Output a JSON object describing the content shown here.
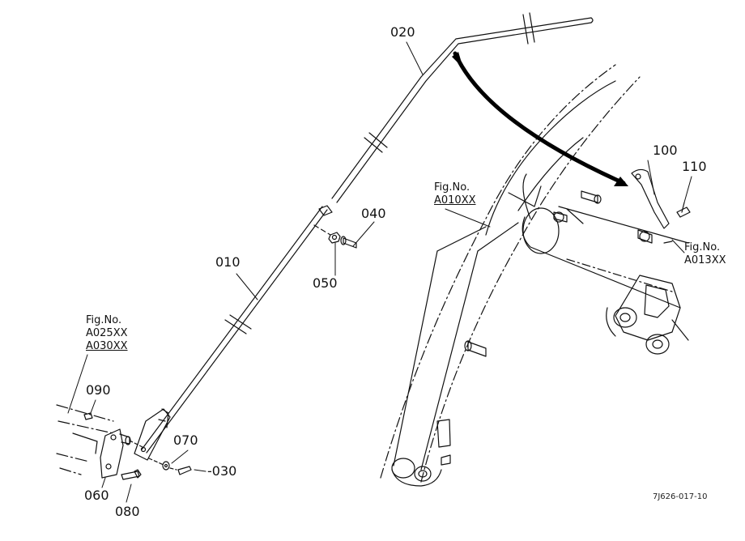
{
  "parts": {
    "p010": "010",
    "p020": "020",
    "p030": "030",
    "p040": "040",
    "p050": "050",
    "p060": "060",
    "p070": "070",
    "p080": "080",
    "p090": "090",
    "p100": "100",
    "p110": "110"
  },
  "refs": {
    "a010": {
      "fig": "Fig.No.",
      "code": "A010XX"
    },
    "a013": {
      "fig": "Fig.No.",
      "code": "A013XX"
    },
    "a025": {
      "fig": "Fig.No.",
      "code1": "A025XX",
      "code2": "A030XX"
    }
  },
  "drawing_code": "7J626-017-10"
}
